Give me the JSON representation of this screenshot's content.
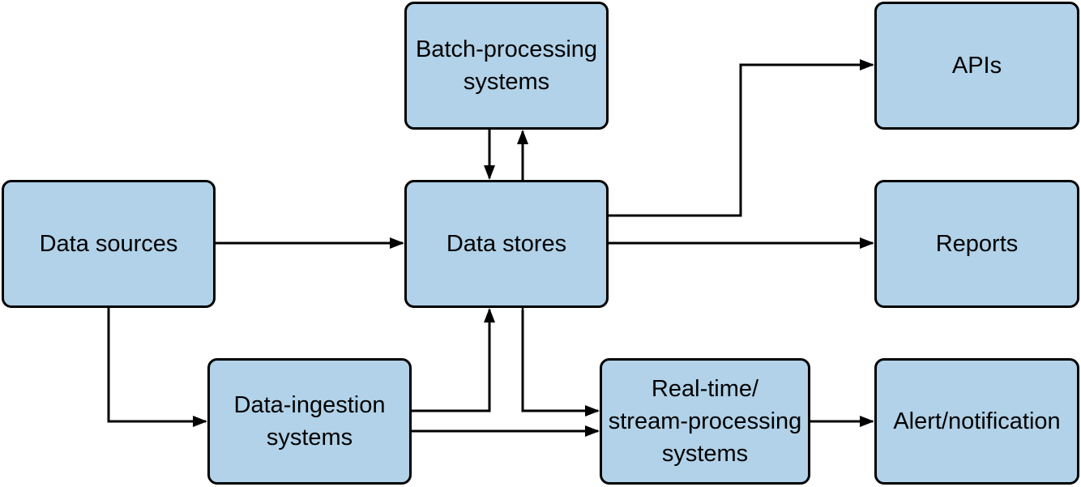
{
  "nodes": {
    "batch": "Batch-processing\nsystems",
    "sources": "Data sources",
    "stores": "Data stores",
    "ingest": "Data-ingestion\nsystems",
    "realtime": "Real-time/\nstream-processing\nsystems",
    "apis": "APIs",
    "reports": "Reports",
    "alert": "Alert/notification"
  },
  "colors": {
    "node_fill": "#b1d2e8",
    "stroke": "#000000"
  }
}
